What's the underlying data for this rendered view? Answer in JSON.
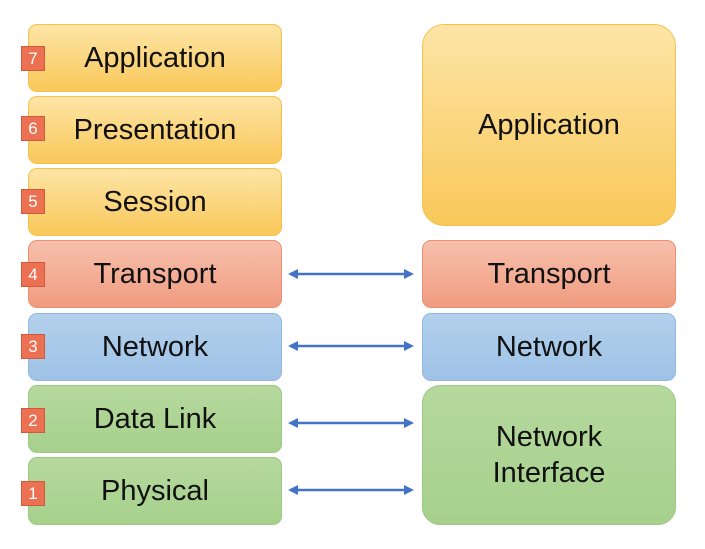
{
  "osi": [
    {
      "number": "7",
      "label": "Application"
    },
    {
      "number": "6",
      "label": "Presentation"
    },
    {
      "number": "5",
      "label": "Session"
    },
    {
      "number": "4",
      "label": "Transport"
    },
    {
      "number": "3",
      "label": "Network"
    },
    {
      "number": "2",
      "label": "Data Link"
    },
    {
      "number": "1",
      "label": "Physical"
    }
  ],
  "tcpip": {
    "application": "Application",
    "transport": "Transport",
    "network": "Network",
    "network_interface": "Network\nInterface"
  },
  "colors": {
    "application": "#fbd57c",
    "transport": "#f4ad94",
    "network": "#a5c6e8",
    "link": "#a9d18e",
    "badge": "#ec7152",
    "arrow": "#4472c4"
  }
}
